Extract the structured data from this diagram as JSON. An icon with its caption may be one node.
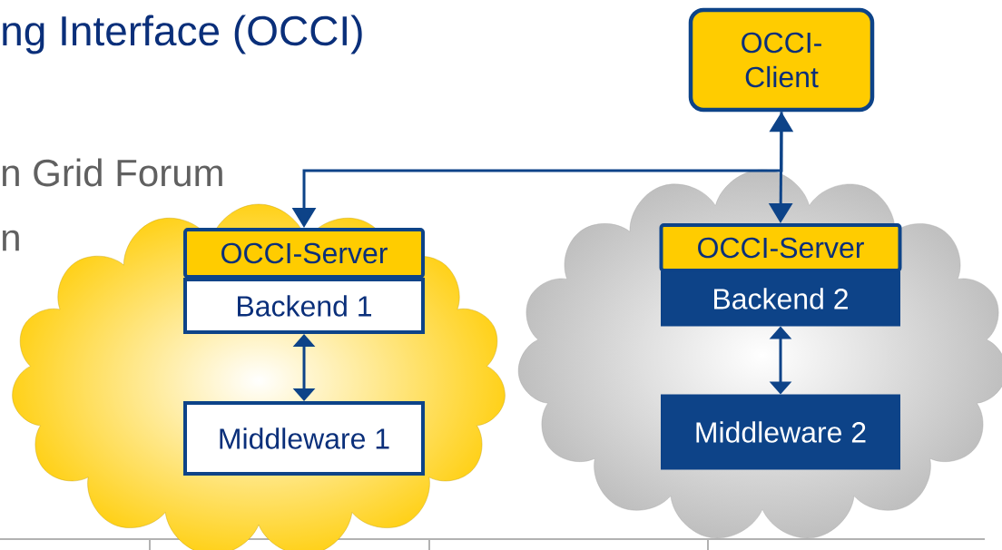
{
  "diagram": {
    "title": "ng Interface (OCCI)",
    "nodes": [
      {
        "text": [
          "OCCI- Client"
        ]
      },
      {
        "text": [],
        "shape": "cloud"
      },
      {
        "text": [
          "OCCI-Server"
        ],
        "in": 1
      },
      {
        "text": [
          "Backend 1"
        ],
        "in": 1
      },
      {
        "text": [
          "Middleware 1"
        ],
        "in": 1
      },
      {
        "text": [],
        "shape": "cloud"
      },
      {
        "text": [
          "OCCI-Server"
        ],
        "in": 5
      },
      {
        "text": [
          "Backend 2"
        ],
        "in": 5
      },
      {
        "text": [
          "Middleware 2"
        ],
        "in": 5
      }
    ],
    "edges": [
      {
        "from": 0,
        "to": 2,
        "arrow": "to"
      },
      {
        "from": 0,
        "to": 6,
        "arrow": "both"
      },
      {
        "from": 3,
        "to": 4,
        "arrow": "both"
      },
      {
        "from": 7,
        "to": 8,
        "arrow": "both"
      }
    ],
    "labels": [
      "n Grid Forum",
      "n"
    ]
  }
}
